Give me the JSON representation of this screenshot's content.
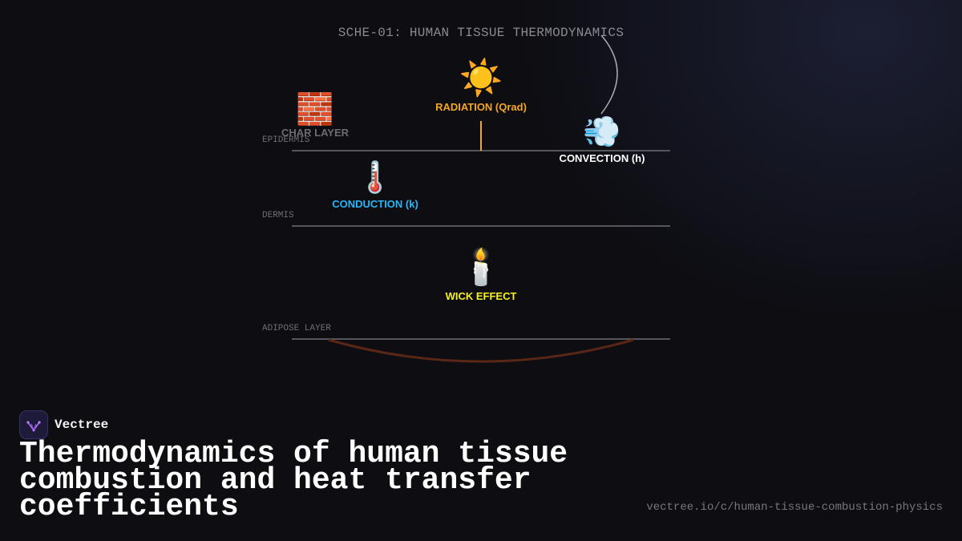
{
  "diagram": {
    "title": "SCHE-01: HUMAN TISSUE THERMODYNAMICS",
    "layers": [
      {
        "label": "EPIDERMIS"
      },
      {
        "label": "DERMIS"
      },
      {
        "label": "ADIPOSE LAYER"
      }
    ],
    "nodes": {
      "char": {
        "icon": "🧱",
        "label": "CHAR LAYER",
        "color": "#6b6b70"
      },
      "radiation": {
        "icon": "☀️",
        "label": "RADIATION (Qrad)",
        "color": "#f5a623"
      },
      "convection": {
        "icon": "💨",
        "label": "CONVECTION (h)",
        "color": "#ffffff"
      },
      "conduction": {
        "icon": "🌡️",
        "label": "CONDUCTION (k)",
        "color": "#29b6f6"
      },
      "wick": {
        "icon": "🕯️",
        "label": "WICK EFFECT",
        "color": "#f5f01e"
      }
    }
  },
  "brand": {
    "name": "Vectree",
    "logo_icon": "vectree-logo-icon"
  },
  "headline": "Thermodynamics of human tissue combustion and heat transfer coefficients",
  "url": "vectree.io/c/human-tissue-combustion-physics"
}
